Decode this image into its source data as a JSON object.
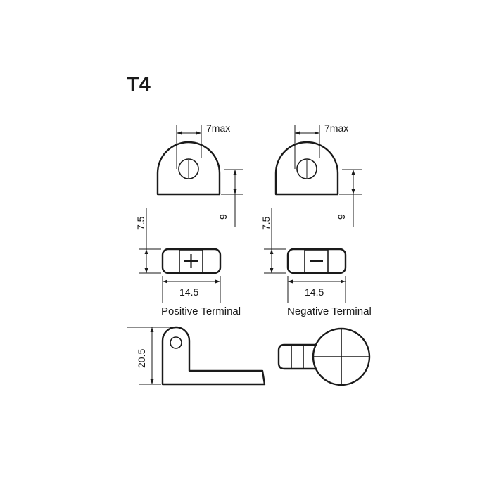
{
  "title": "T4",
  "positive": {
    "label": "Positive Terminal",
    "hole_dim": "7max",
    "height_dim": "9",
    "thickness_dim": "7.5",
    "width_dim": "14.5",
    "symbol": "+"
  },
  "negative": {
    "label": "Negative Terminal",
    "hole_dim": "7max",
    "height_dim": "9",
    "thickness_dim": "7.5",
    "width_dim": "14.5",
    "symbol": "−"
  },
  "side_view": {
    "height_dim": "20.5"
  }
}
